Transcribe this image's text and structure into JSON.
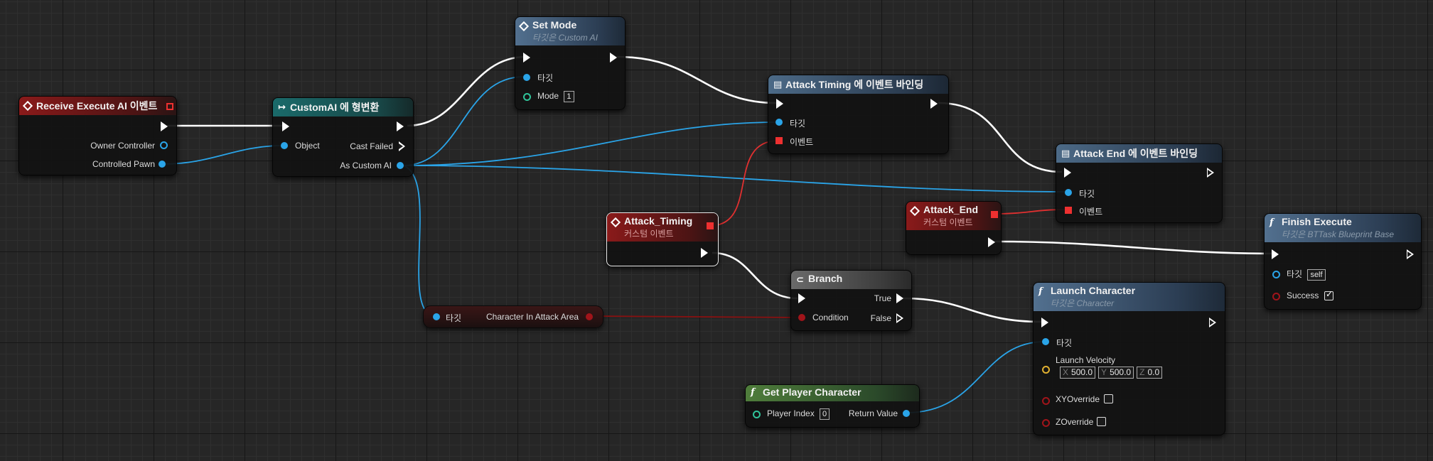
{
  "nodes": {
    "receive_execute": {
      "title": "Receive Execute AI 이벤트",
      "pins": [
        "Owner Controller",
        "Controlled Pawn"
      ]
    },
    "cast": {
      "title": "CustomAI 에 형변환",
      "pins": {
        "object": "Object",
        "cast_failed": "Cast Failed",
        "as_custom": "As Custom AI"
      }
    },
    "set_mode": {
      "title": "Set Mode",
      "subtitle": "타깃은 Custom AI",
      "pins": {
        "target": "타깃",
        "mode": "Mode"
      },
      "mode_value": "1"
    },
    "attack_timing_bind": {
      "title": "Attack Timing 에 이벤트 바인딩",
      "pins": {
        "target": "타깃",
        "event": "이벤트"
      }
    },
    "attack_end_bind": {
      "title": "Attack End 에 이벤트 바인딩",
      "pins": {
        "target": "타깃",
        "event": "이벤트"
      }
    },
    "attack_timing_event": {
      "title": "Attack_Timing",
      "subtitle": "커스텀 이벤트"
    },
    "attack_end_event": {
      "title": "Attack_End",
      "subtitle": "커스텀 이벤트"
    },
    "branch": {
      "title": "Branch",
      "pins": {
        "true": "True",
        "false": "False",
        "condition": "Condition"
      }
    },
    "getter": {
      "target": "타깃",
      "var": "Character In Attack Area"
    },
    "finish_execute": {
      "title": "Finish Execute",
      "subtitle": "타깃은 BTTask Blueprint Base",
      "pins": {
        "target": "타깃",
        "success": "Success"
      },
      "target_value": "self",
      "success_checked": true
    },
    "launch": {
      "title": "Launch Character",
      "subtitle": "타깃은 Character",
      "pins": {
        "target": "타깃",
        "velocity": "Launch Velocity",
        "xy": "XYOverride",
        "z": "ZOverride"
      },
      "velocity": {
        "x_label": "X",
        "x": "500.0",
        "y_label": "Y",
        "y": "500.0",
        "z_label": "Z",
        "z": "0.0"
      },
      "xy_checked": false,
      "z_checked": false
    },
    "get_player": {
      "title": "Get Player Character",
      "pins": {
        "index": "Player Index",
        "ret": "Return Value"
      },
      "index_value": "0"
    }
  },
  "colors": {
    "exec": "#ffffff",
    "object": "#2aa4e8",
    "delegate": "#ee3030",
    "bool": "#a0141a",
    "vector": "#e0b030",
    "int": "#30c49a"
  },
  "icons": [
    "event-diamond-icon",
    "function-f-icon",
    "cast-arrow-icon",
    "branch-icon",
    "delegate-bind-icon"
  ]
}
